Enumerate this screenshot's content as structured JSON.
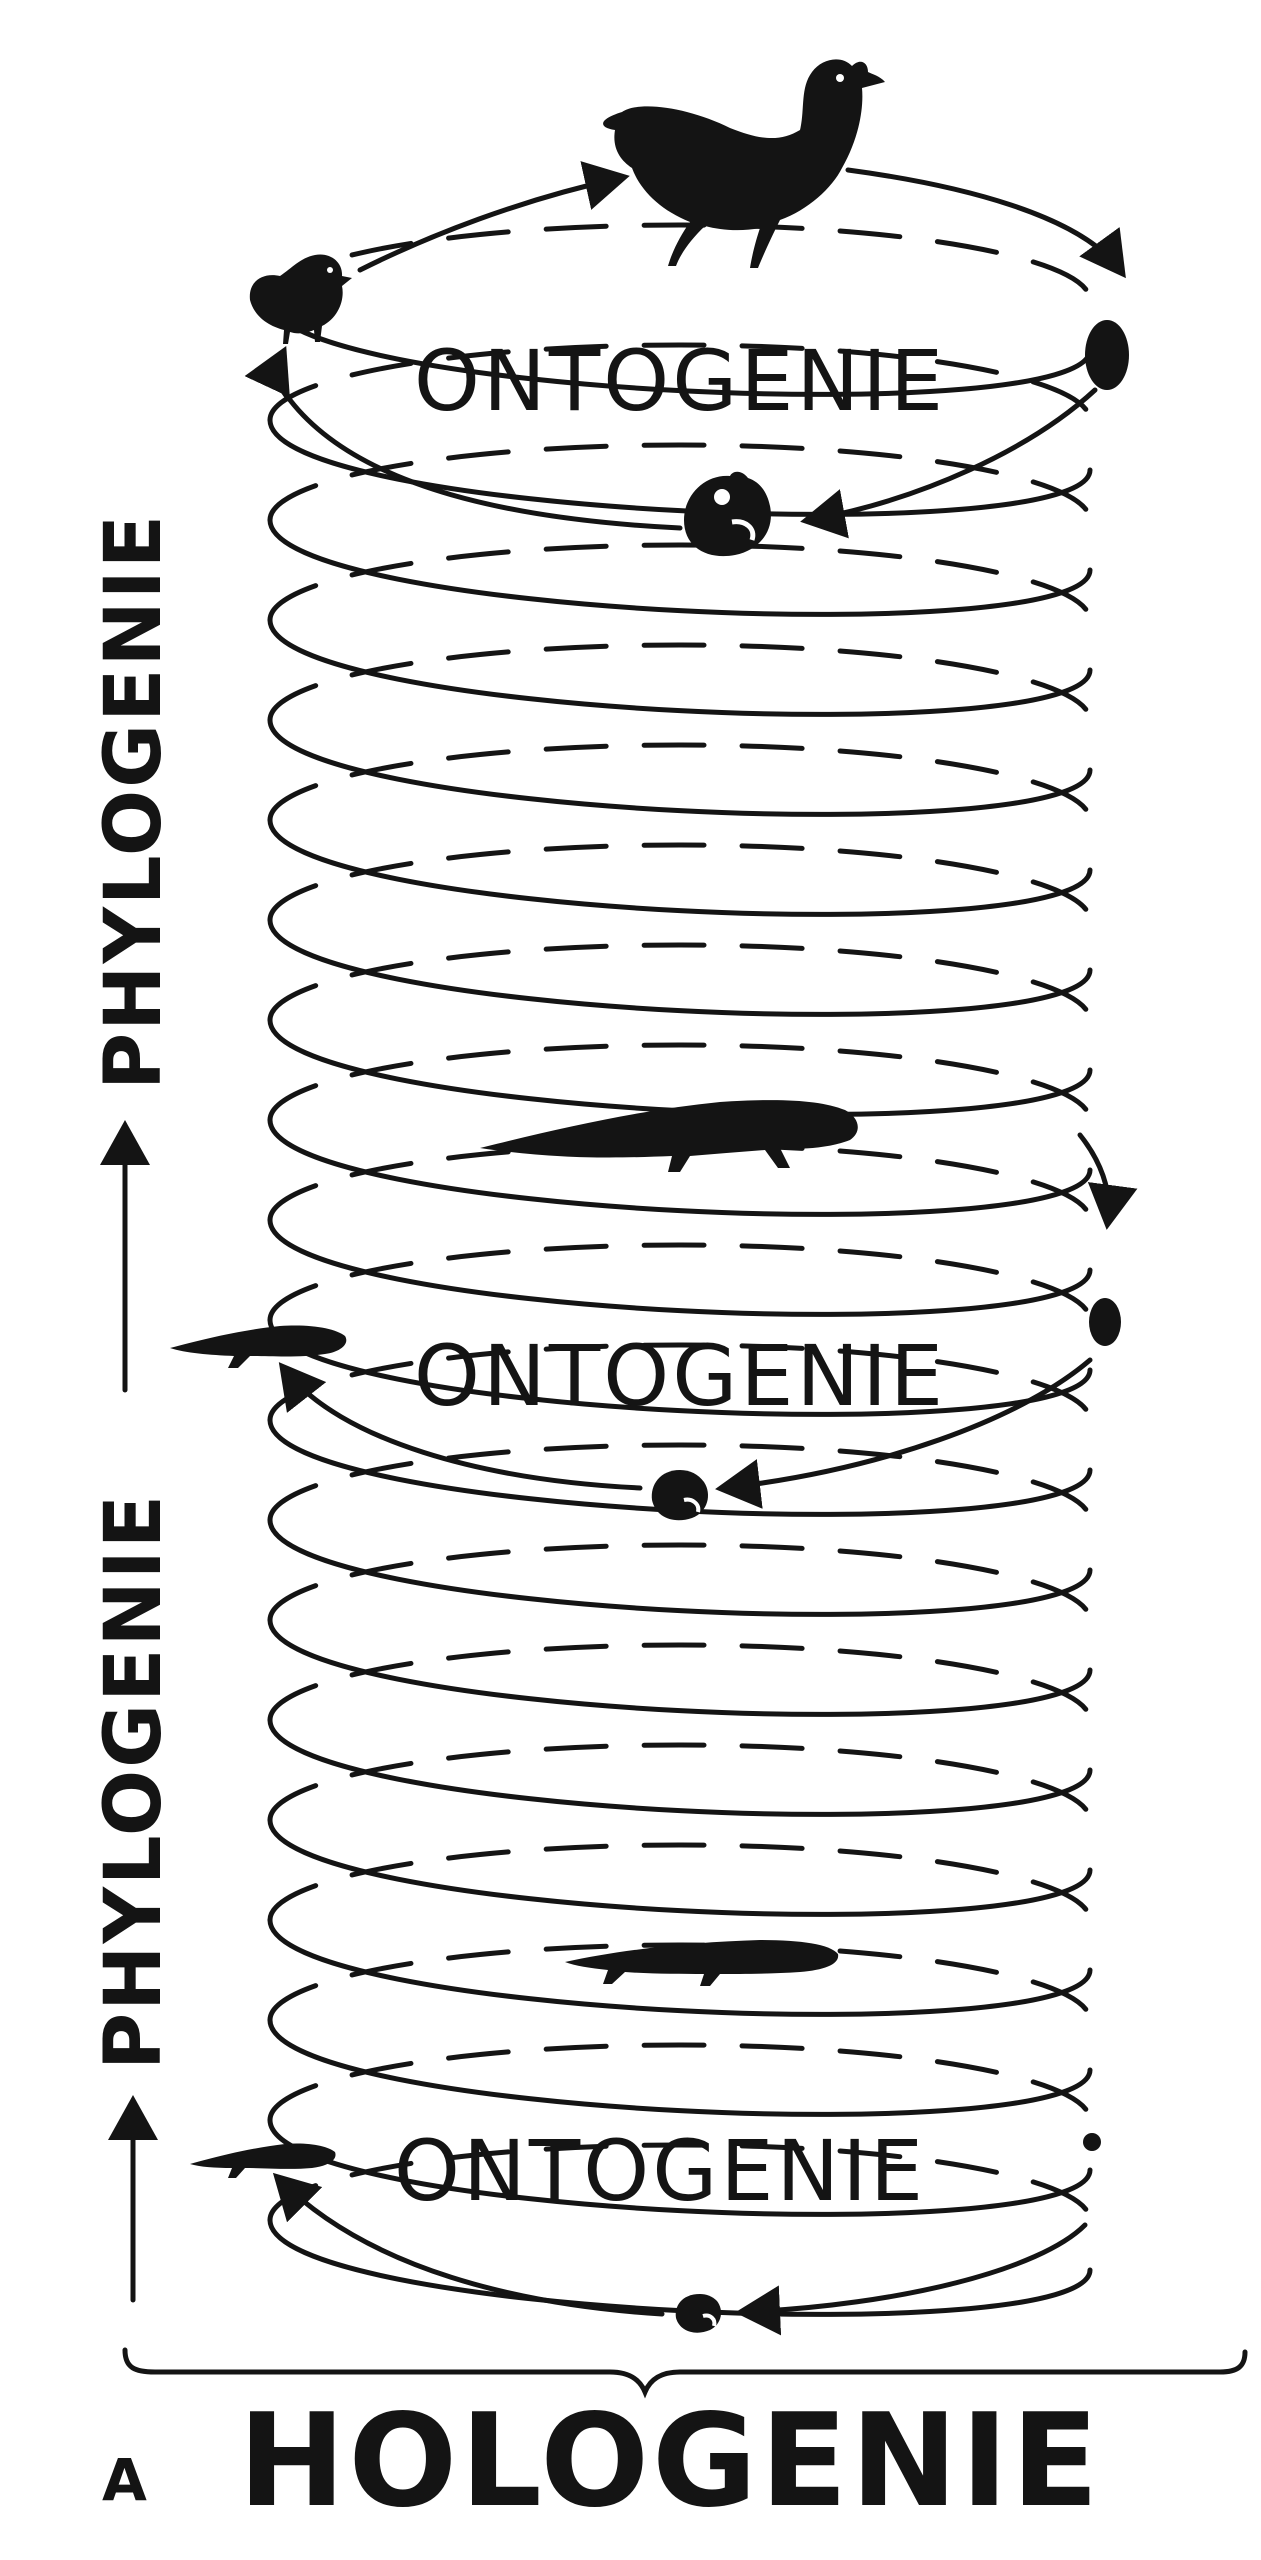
{
  "diagram": {
    "panel_label": "A",
    "bottom_label": "HOLOGENIE",
    "cycles": [
      {
        "label": "ONTOGENIE",
        "organism": "chicken",
        "stages": [
          "chick-icon",
          "hen-icon",
          "egg-icon",
          "embryo-icon"
        ]
      },
      {
        "label": "ONTOGENIE",
        "organism": "salamander",
        "stages": [
          "larva-icon",
          "adult-salamander-icon",
          "egg-icon",
          "embryo-icon"
        ]
      },
      {
        "label": "ONTOGENIE",
        "organism": "salamander",
        "stages": [
          "larva-icon",
          "adult-salamander-icon",
          "egg-icon",
          "embryo-icon"
        ]
      }
    ],
    "axis_labels": [
      {
        "text": "PHYLOGENIE",
        "direction": "upward"
      },
      {
        "text": "PHYLOGENIE",
        "direction": "upward"
      }
    ]
  }
}
